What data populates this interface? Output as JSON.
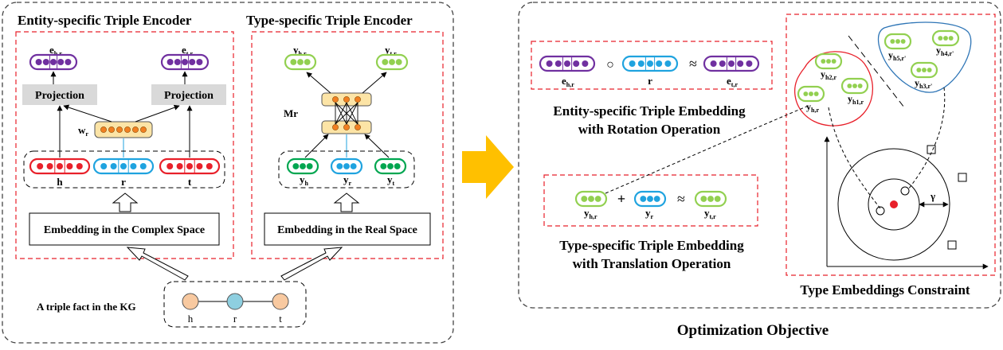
{
  "left_panel": {
    "entity_encoder_title": "Entity-specific Triple Encoder",
    "type_encoder_title": "Type-specific Triple Encoder",
    "projection_left": "Projection",
    "projection_right": "Projection",
    "e_h_main": "e",
    "e_h_sub": "h,r",
    "e_t_main": "e",
    "e_t_sub": "t,r",
    "w_main": "w",
    "w_sub": "r",
    "h": "h",
    "r": "r",
    "t": "t",
    "complex_space": "Embedding in the Complex Space",
    "y_hr_main": "y",
    "y_hr_sub": "h,r",
    "y_tr_main": "y",
    "y_tr_sub": "t,r",
    "mr": "Mr",
    "y_h_main": "y",
    "y_h_sub": "h",
    "y_r_main": "y",
    "y_r_sub": "r",
    "y_t_main": "y",
    "y_t_sub": "t",
    "real_space": "Embedding in the Real Space",
    "kg_label": "A triple fact in the KG",
    "kg_h": "h",
    "kg_r": "r",
    "kg_t": "t"
  },
  "right_panel": {
    "caption": "Optimization Objective",
    "entity_title_1": "Entity-specific Triple Embedding",
    "entity_title_2": "with Rotation Operation",
    "eq1_e_hr_main": "e",
    "eq1_e_hr_sub": "h,r",
    "eq1_r": "r",
    "eq1_e_tr_main": "e",
    "eq1_e_tr_sub": "t,r",
    "circ": "○",
    "approx": "≈",
    "type_title_1": "Type-specific Triple Embedding",
    "type_title_2": "with Translation Operation",
    "eq2_y_hr_main": "y",
    "eq2_y_hr_sub": "h,r",
    "eq2_plus": "+",
    "eq2_y_r_main": "y",
    "eq2_y_r_sub": "r",
    "eq2_y_tr_main": "y",
    "eq2_y_tr_sub": "t,r",
    "constraint_title": "Type Embeddings Constraint",
    "gamma": "γ",
    "y_h2r_main": "y",
    "y_h2r_sub": "h2,r",
    "y_h1r_main": "y",
    "y_h1r_sub": "h1,r",
    "y_hr_main": "y",
    "y_hr_sub": "h,r",
    "y_h5r_main": "y",
    "y_h5r_sub": "h5,r'",
    "y_h4r_main": "y",
    "y_h4r_sub": "h4,r'",
    "y_h3r_main": "y",
    "y_h3r_sub": "h3,r'"
  },
  "colors": {
    "purple": "#7030A0",
    "red": "#E8202A",
    "blue": "#1FA3DF",
    "green": "#00A650",
    "light_green": "#92D050",
    "orange_fill": "#FCE4A6",
    "orange_dot": "#F07F22",
    "dashed_red": "#E8202A",
    "arrow_yellow": "#FFC000",
    "kg_node_orange": "#F8C9A0",
    "kg_node_blue": "#8ECFE0",
    "cluster_red": "#E8202A",
    "cluster_blue": "#2E75B6"
  }
}
